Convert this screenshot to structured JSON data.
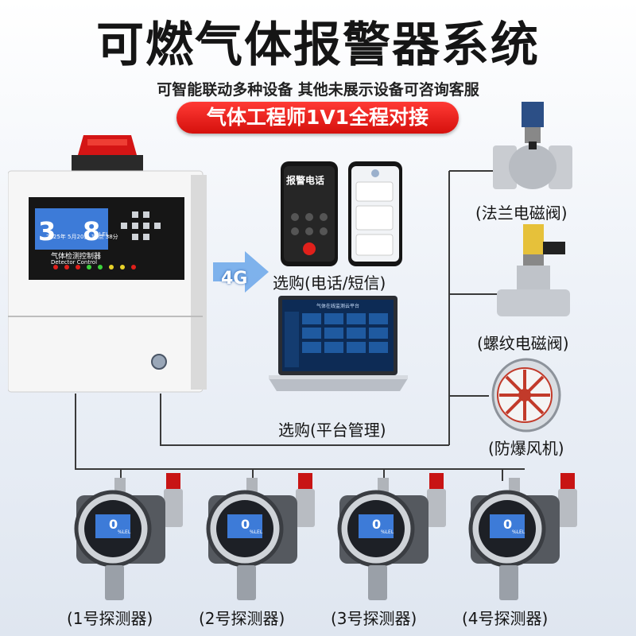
{
  "header": {
    "title": "可燃气体报警器系统",
    "subtitle": "可智能联动多种设备 其他未展示设备可咨询客服",
    "banner": "气体工程师1V1全程对接"
  },
  "controller": {
    "display": {
      "left_digit": "3",
      "right_digit": "8",
      "date_line": "2025年 5月20日 18点 38分",
      "unit": "%LEL"
    },
    "name_cn": "气体检测控制器",
    "name_en": "Detector Control"
  },
  "link": {
    "badge": "4G"
  },
  "phone": {
    "call_label": "报警电话"
  },
  "labels": {
    "phone_sms": "选购(电话/短信)",
    "platform": "选购(平台管理)",
    "flange_valve": "(法兰电磁阀)",
    "thread_valve": "(螺纹电磁阀)",
    "fan": "(防爆风机)"
  },
  "laptop": {
    "screen_title": "气体在线监测云平台"
  },
  "detectors": [
    {
      "label": "(1号探测器)",
      "value": "0",
      "unit": "%LEL"
    },
    {
      "label": "(2号探测器)",
      "value": "0",
      "unit": "%LEL"
    },
    {
      "label": "(3号探测器)",
      "value": "0",
      "unit": "%LEL"
    },
    {
      "label": "(4号探测器)",
      "value": "0",
      "unit": "%LEL"
    }
  ],
  "colors": {
    "accent_red": "#e0201b",
    "lcd_blue": "#3d7bd8",
    "wire": "#3a3a3a"
  }
}
